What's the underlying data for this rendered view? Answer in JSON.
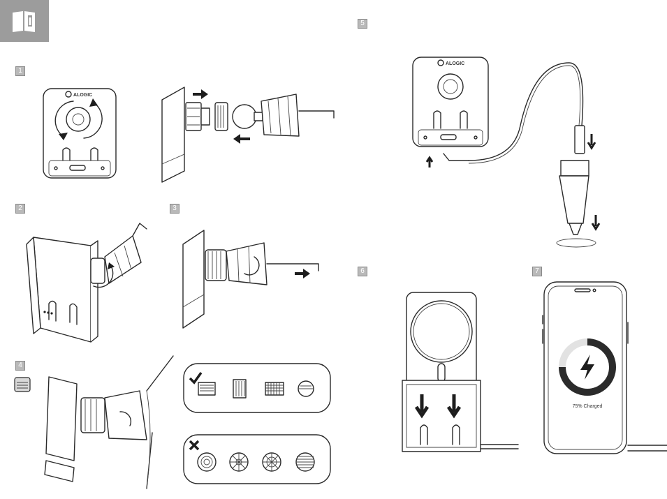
{
  "header": {
    "icon": "manual-info-icon"
  },
  "steps": {
    "s1": {
      "label": "1"
    },
    "s2": {
      "label": "2"
    },
    "s3": {
      "label": "3"
    },
    "s4": {
      "label": "4"
    },
    "s5": {
      "label": "5"
    },
    "s6": {
      "label": "6"
    },
    "s7": {
      "label": "7"
    }
  },
  "brand": {
    "logo_text": "ALOGIC"
  },
  "step4": {
    "ok_icon": "checkmark-icon",
    "bad_icon": "x-mark-icon",
    "ok_vents": [
      "horizontal-vent",
      "vertical-vent",
      "grid-vent",
      "round-vent-horizontal"
    ],
    "bad_vents": [
      "round-vent-concentric",
      "round-vent-radial",
      "round-vent-radial-ring",
      "round-vent-dense"
    ]
  },
  "phone": {
    "charge_status": "75% Charged",
    "charge_percent": 75,
    "accent_color": "#2b2b2b"
  }
}
